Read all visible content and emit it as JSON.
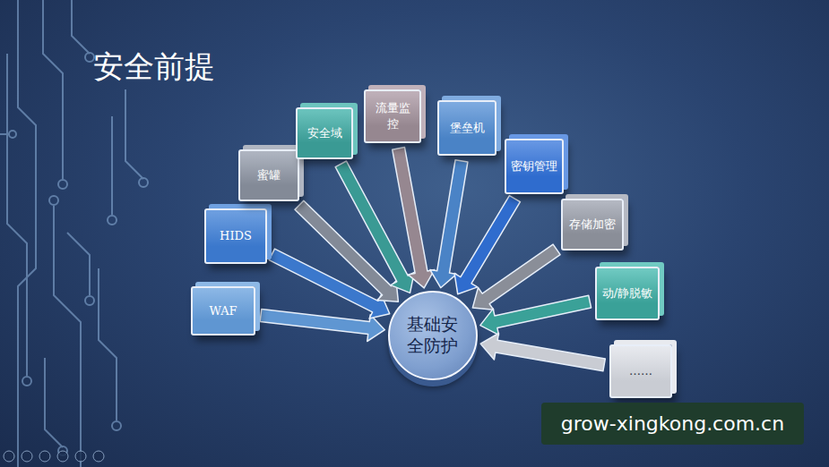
{
  "diagram": {
    "title": "安全前提",
    "nodes": [
      {
        "text": [
          "WAF"
        ]
      },
      {
        "text": [
          "HIDS"
        ]
      },
      {
        "text": [
          "蜜罐"
        ]
      },
      {
        "text": [
          "安全域"
        ]
      },
      {
        "text": [
          "流量监控"
        ]
      },
      {
        "text": [
          "堡垒机"
        ]
      },
      {
        "text": [
          "密钥管理"
        ]
      },
      {
        "text": [
          "存储加密"
        ]
      },
      {
        "text": [
          "动/静脱敏"
        ]
      },
      {
        "text": [
          "……"
        ]
      },
      {
        "text": [
          "基础安全防护"
        ]
      }
    ],
    "edges": [
      {
        "from": 0,
        "to": 10,
        "arrow": "to"
      },
      {
        "from": 1,
        "to": 10,
        "arrow": "to"
      },
      {
        "from": 2,
        "to": 10,
        "arrow": "to"
      },
      {
        "from": 3,
        "to": 10,
        "arrow": "to"
      },
      {
        "from": 4,
        "to": 10,
        "arrow": "to"
      },
      {
        "from": 5,
        "to": 10,
        "arrow": "to"
      },
      {
        "from": 6,
        "to": 10,
        "arrow": "to"
      },
      {
        "from": 7,
        "to": 10,
        "arrow": "to"
      },
      {
        "from": 8,
        "to": 10,
        "arrow": "to"
      },
      {
        "from": 9,
        "to": 10,
        "arrow": "to"
      }
    ],
    "labels": [
      "grow-xingkong.com.cn"
    ]
  }
}
